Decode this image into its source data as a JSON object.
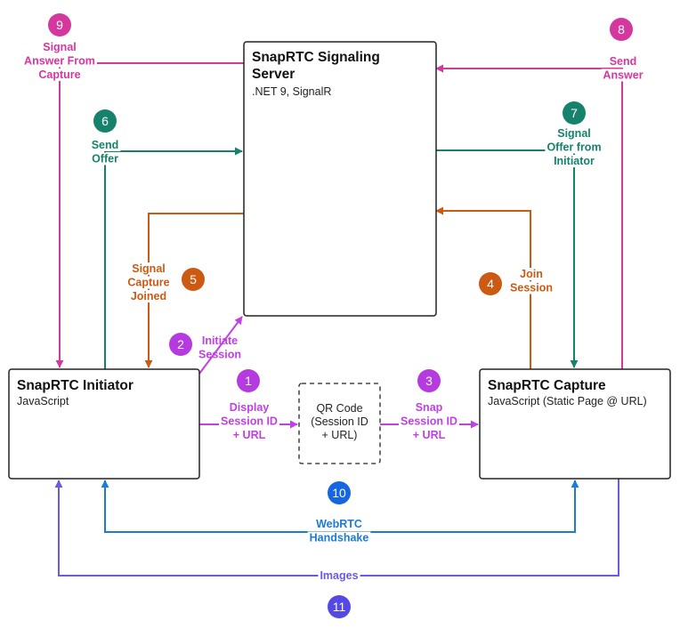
{
  "colors": {
    "magenta": "#d4389f",
    "teal": "#16826b",
    "orange": "#cc5a12",
    "purple": "#c040e6",
    "blue": "#1d7bd6",
    "indigo": "#6a5ae0",
    "badge_purple": "#b53ae0",
    "badge_blue": "#1566e0",
    "badge_indigo": "#5549e6"
  },
  "nodes": {
    "server": {
      "title_line1": "SnapRTC Signaling",
      "title_line2": "Server",
      "subtitle": ".NET 9, SignalR"
    },
    "initiator": {
      "title": "SnapRTC Initiator",
      "subtitle": "JavaScript"
    },
    "capture": {
      "title": "SnapRTC Capture",
      "subtitle": "JavaScript (Static Page @ URL)"
    },
    "qr": {
      "line1": "QR Code",
      "line2": "(Session ID",
      "line3": "+ URL)"
    }
  },
  "steps": [
    {
      "num": "1",
      "lines": [
        "Display",
        "Session ID",
        "+ URL"
      ]
    },
    {
      "num": "2",
      "lines": [
        "Initiate",
        "Session"
      ]
    },
    {
      "num": "3",
      "lines": [
        "Snap",
        "Session ID",
        "+ URL"
      ]
    },
    {
      "num": "4",
      "lines": [
        "Join",
        "Session"
      ]
    },
    {
      "num": "5",
      "lines": [
        "Signal",
        "Capture",
        "Joined"
      ]
    },
    {
      "num": "6",
      "lines": [
        "Send",
        "Offer"
      ]
    },
    {
      "num": "7",
      "lines": [
        "Signal",
        "Offer from",
        "Initiator"
      ]
    },
    {
      "num": "8",
      "lines": [
        "Send",
        "Answer"
      ]
    },
    {
      "num": "9",
      "lines": [
        "Signal",
        "Answer From",
        "Capture"
      ]
    },
    {
      "num": "10",
      "lines": [
        "WebRTC",
        "Handshake"
      ]
    },
    {
      "num": "11",
      "lines": [
        "Images"
      ]
    }
  ]
}
